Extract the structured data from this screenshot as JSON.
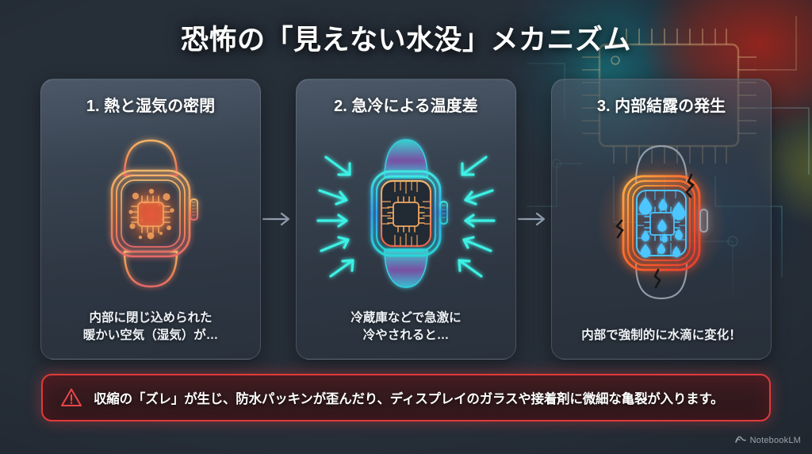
{
  "page": {
    "title": "恐怖の「見えない水没」メカニズム",
    "background_color": "#262e38",
    "accent_warning_color": "#e03a3a"
  },
  "panels": [
    {
      "id": "panel-heat-seal",
      "title": "1. 熱と湿気の密閉",
      "caption": "内部に閉じ込められた\n暖かい空気（湿気）が…",
      "art_name": "smartwatch-warm-humid-illustration",
      "art_accent": "#f08a4b",
      "art_description": "オレンジ色に光るスマートウォッチ、内部にチップと湿気の粒"
    },
    {
      "id": "panel-rapid-cooling",
      "title": "2. 急冷による温度差",
      "caption": "冷蔵庫などで急激に\n冷やされると…",
      "art_name": "smartwatch-rapid-cooling-illustration",
      "art_accent": "#2de0e0",
      "art_description": "青緑に光るスマートウォッチ、外から内向きに冷気の矢印"
    },
    {
      "id": "panel-condensation",
      "title": "3. 内部結露の発生",
      "caption": "内部で強制的に水滴に変化！",
      "art_name": "smartwatch-condensation-illustration",
      "art_accent": "#49c4ff",
      "art_description": "灰色のスマートウォッチ、赤橙の発熱縁と内部の水滴、亀裂"
    }
  ],
  "connectors": [
    {
      "name": "arrow-panel1-to-panel2",
      "glyph": "→"
    },
    {
      "name": "arrow-panel2-to-panel3",
      "glyph": "→"
    }
  ],
  "warning": {
    "icon": "warning-triangle-icon",
    "text": "収縮の「ズレ」が生じ、防水パッキンが歪んだり、ディスプレイのガラスや接着剤に微細な亀裂が入ります。"
  },
  "watermark": {
    "icon": "notebooklm-icon",
    "label": "NotebookLM"
  }
}
